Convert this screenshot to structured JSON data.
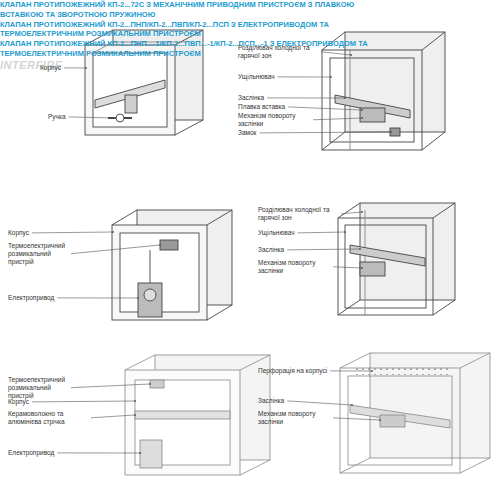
{
  "diagram": {
    "labels": [
      "КЛАПАН ПРОТИПОЖЕЖНИЙ КП-2...72С З МЕХАНІЧНИМ ПРИВОДНИМ ПРИСТРОЄМ З ПЛАВКОЮ ВСТАВКОЮ ТА ЗВОРОТНОЮ ПРУЖИНОЮ",
      "Корпус",
      "Ручка",
      "Розділювач холодної та гарячої зон",
      "Ущільнювач",
      "Заслінка",
      "Плавка вставка",
      "Механізм повороту заслінки",
      "Замок",
      "КЛАПАН ПРОТИПОЖЕЖНИЙ КП-2...ПНП/КП-2...ПВП/КП-2...ПСП З ЕЛЕКТРОПРИВОДОМ ТА ТЕРМОЕЛЕКТРИЧНИМ РОЗМИКАЛЬНИМ ПРИСТРОЄМ",
      "Корпус",
      "Термоелектричний розмикальний пристрій",
      "Електропривод",
      "Розділювач холодної та гарячої зон",
      "Ущільнювач",
      "Заслінка",
      "Механізм повороту заслінки",
      "КЛАПАН ПРОТИПОЖЕЖНИЙ КП-2...ПНП...-1/КП-2...ПВП...-1/КП-2...ПСП...-1 З ЕЛЕКТРОПРИВОДОМ ТА ТЕРМОЕЛЕКТРИЧНИМ РОЗМИКАЛЬНИМ ПРИСТРОЄМ",
      "Термоелектричний розмикальний пристрій",
      "Корпус",
      "Керамоволокно та алюмінієва стрічка",
      "Електропривод",
      "Перфорація на корпусі",
      "Заслінка",
      "Механізм повороту заслінки",
      "INTERFIRE"
    ]
  }
}
